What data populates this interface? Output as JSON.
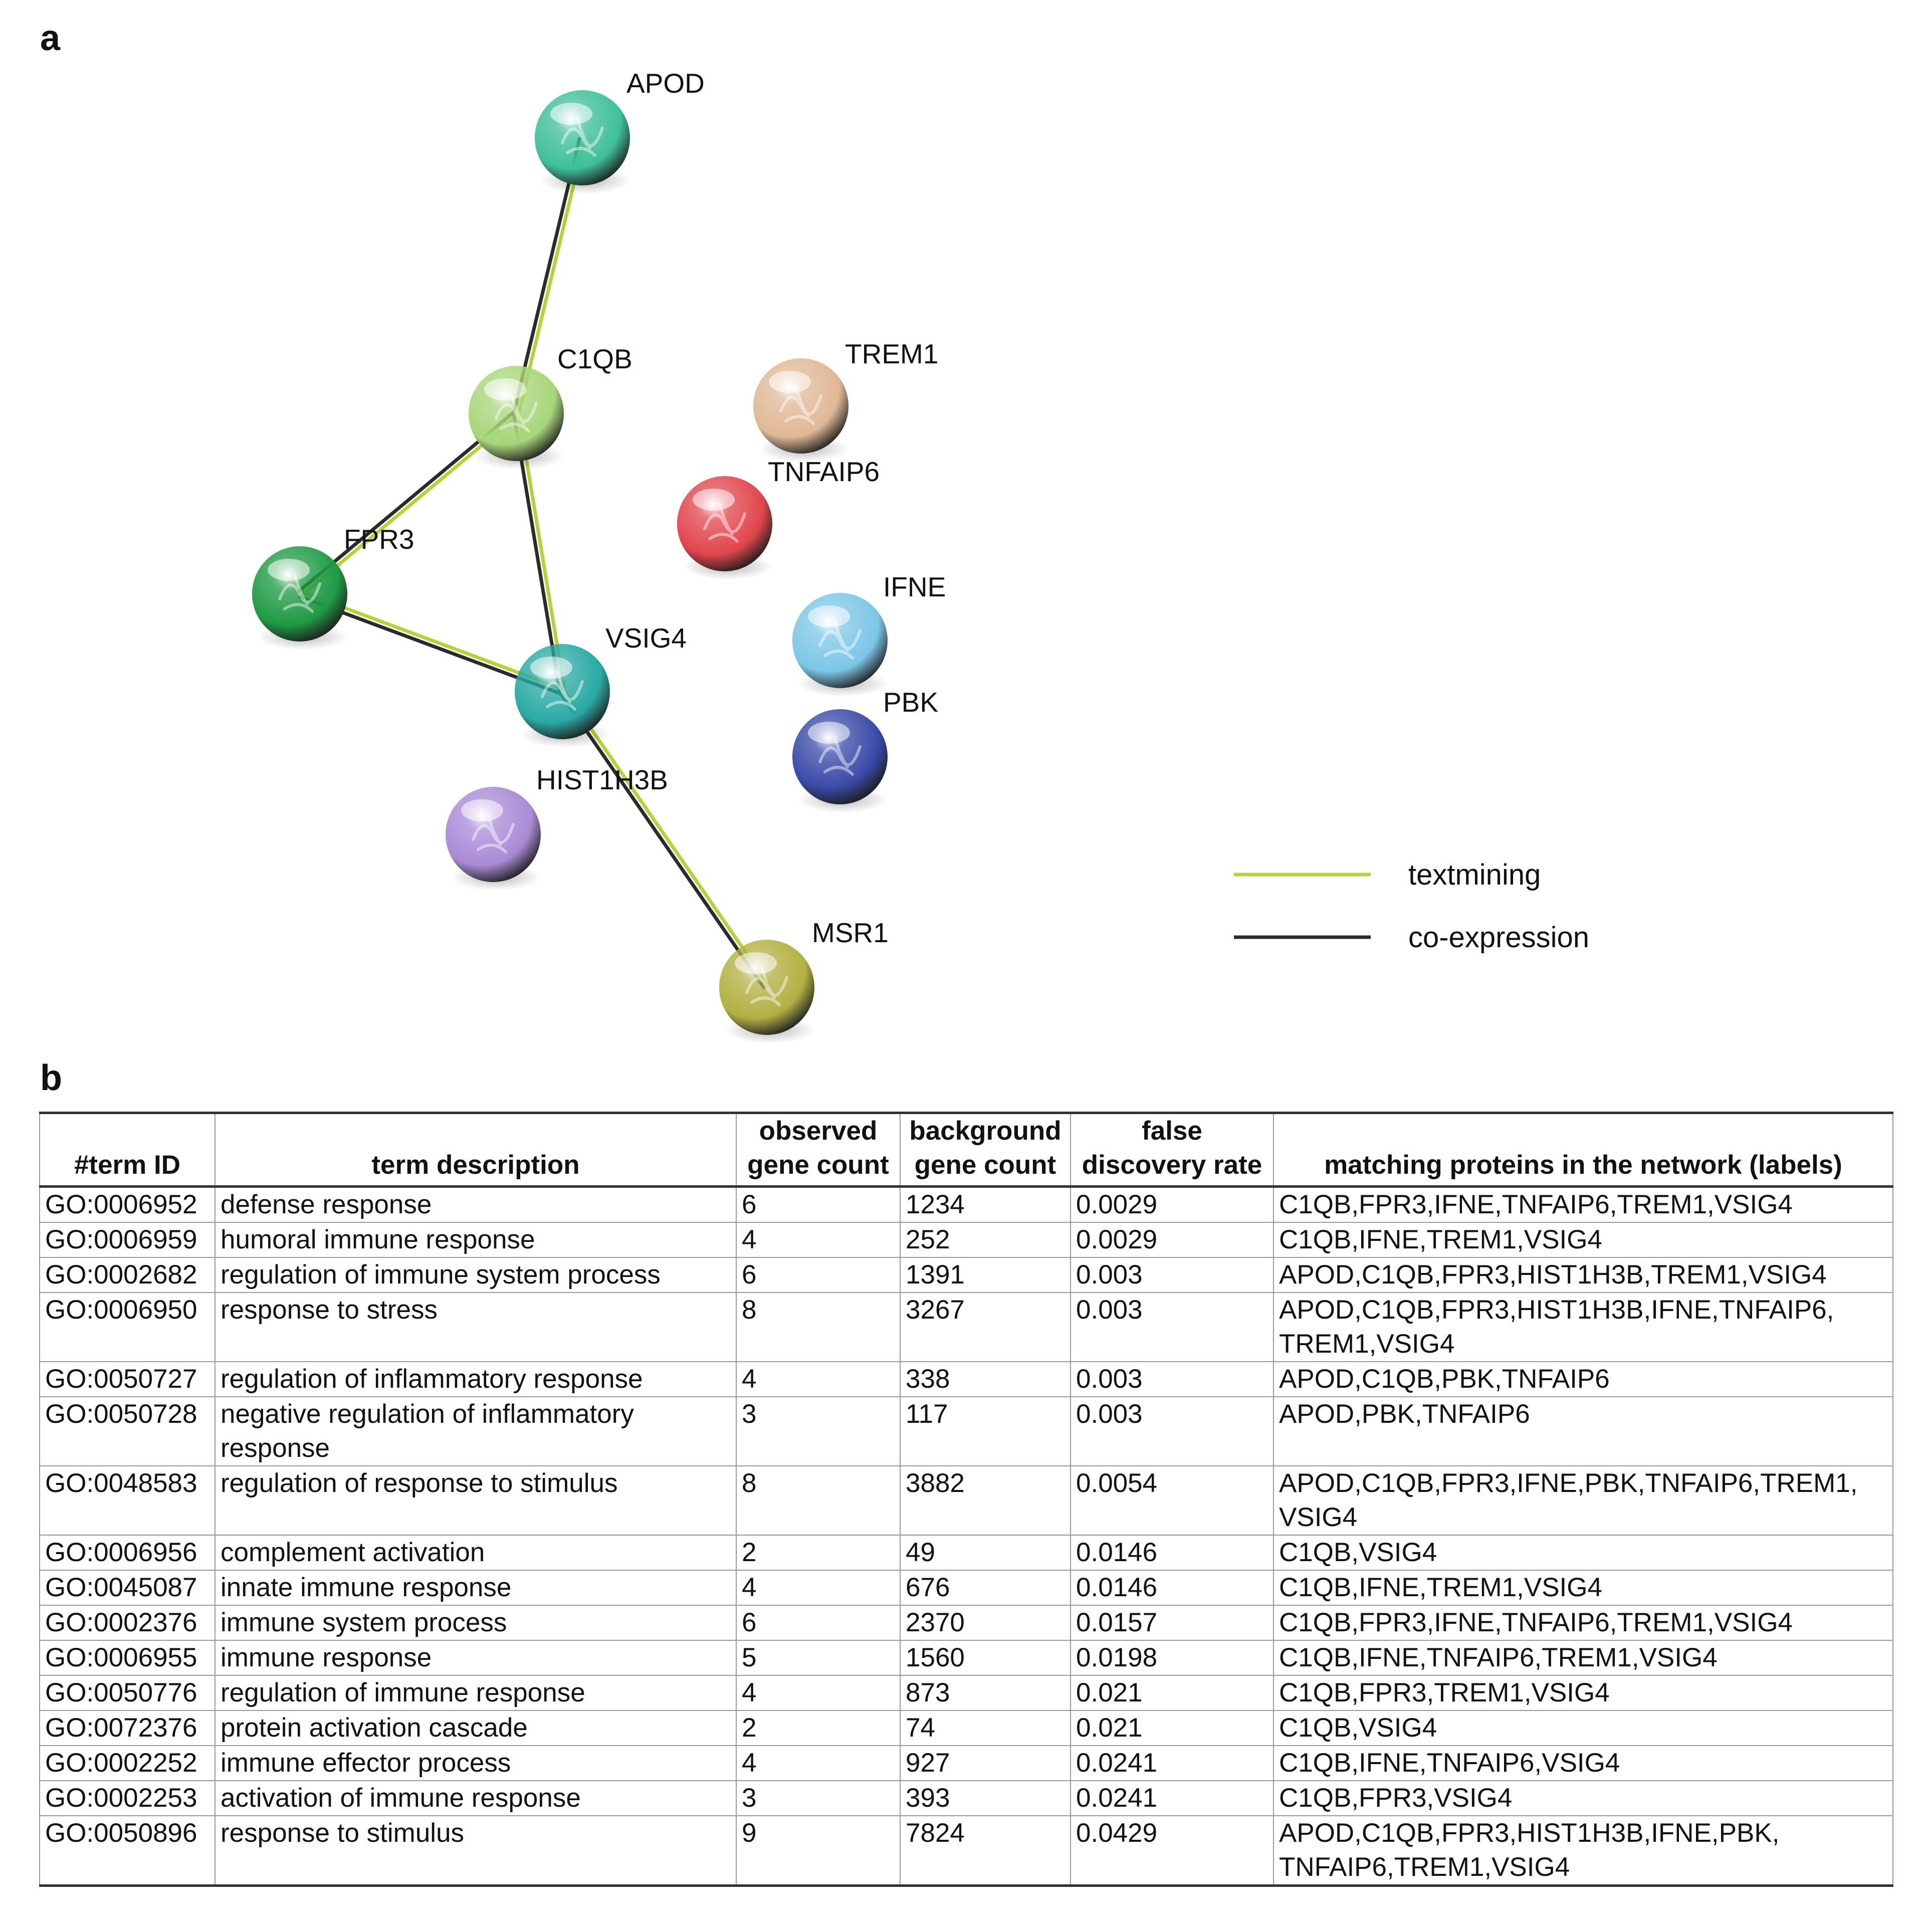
{
  "panel_a": {
    "letter": "a",
    "nodes": [
      {
        "id": "APOD",
        "label": "APOD",
        "color": "#3fbf9a"
      },
      {
        "id": "C1QB",
        "label": "C1QB",
        "color": "#a8d67a"
      },
      {
        "id": "FPR3",
        "label": "FPR3",
        "color": "#1f9a44"
      },
      {
        "id": "VSIG4",
        "label": "VSIG4",
        "color": "#2aa9a3"
      },
      {
        "id": "HIST1H3B",
        "label": "HIST1H3B",
        "color": "#a98ad6"
      },
      {
        "id": "MSR1",
        "label": "MSR1",
        "color": "#b3b043"
      },
      {
        "id": "TREM1",
        "label": "TREM1",
        "color": "#e0b896"
      },
      {
        "id": "TNFAIP6",
        "label": "TNFAIP6",
        "color": "#e0464c"
      },
      {
        "id": "IFNE",
        "label": "IFNE",
        "color": "#7cc6e6"
      },
      {
        "id": "PBK",
        "label": "PBK",
        "color": "#3a4aa8"
      }
    ],
    "edges": [
      {
        "from": "APOD",
        "to": "C1QB",
        "types": [
          "textmining",
          "co-expression"
        ]
      },
      {
        "from": "C1QB",
        "to": "FPR3",
        "types": [
          "textmining",
          "co-expression"
        ]
      },
      {
        "from": "C1QB",
        "to": "VSIG4",
        "types": [
          "textmining",
          "co-expression"
        ]
      },
      {
        "from": "FPR3",
        "to": "VSIG4",
        "types": [
          "textmining",
          "co-expression"
        ]
      },
      {
        "from": "VSIG4",
        "to": "MSR1",
        "types": [
          "textmining",
          "co-expression"
        ]
      }
    ],
    "legend": [
      {
        "label": "textmining",
        "color": "#b5d334"
      },
      {
        "label": "co-expression",
        "color": "#2b2b2b"
      }
    ]
  },
  "panel_b": {
    "letter": "b",
    "columns": [
      "#term ID",
      "term description",
      "observed\ngene count",
      "background\ngene count",
      "false\ndiscovery rate",
      "matching proteins in the network (labels)"
    ],
    "rows": [
      [
        "GO:0006952",
        "defense response",
        "6",
        "1234",
        "0.0029",
        "C1QB,FPR3,IFNE,TNFAIP6,TREM1,VSIG4"
      ],
      [
        "GO:0006959",
        "humoral immune response",
        "4",
        "252",
        "0.0029",
        "C1QB,IFNE,TREM1,VSIG4"
      ],
      [
        "GO:0002682",
        "regulation of immune system process",
        "6",
        "1391",
        "0.003",
        "APOD,C1QB,FPR3,HIST1H3B,TREM1,VSIG4"
      ],
      [
        "GO:0006950",
        "response to stress",
        "8",
        "3267",
        "0.003",
        "APOD,C1QB,FPR3,HIST1H3B,IFNE,TNFAIP6, TREM1,VSIG4"
      ],
      [
        "GO:0050727",
        "regulation of inflammatory response",
        "4",
        "338",
        "0.003",
        "APOD,C1QB,PBK,TNFAIP6"
      ],
      [
        "GO:0050728",
        "negative regulation of inflammatory response",
        "3",
        "117",
        "0.003",
        "APOD,PBK,TNFAIP6"
      ],
      [
        "GO:0048583",
        "regulation of response to stimulus",
        "8",
        "3882",
        "0.0054",
        "APOD,C1QB,FPR3,IFNE,PBK,TNFAIP6,TREM1, VSIG4"
      ],
      [
        "GO:0006956",
        "complement activation",
        "2",
        "49",
        "0.0146",
        "C1QB,VSIG4"
      ],
      [
        "GO:0045087",
        "innate immune response",
        "4",
        "676",
        "0.0146",
        "C1QB,IFNE,TREM1,VSIG4"
      ],
      [
        "GO:0002376",
        "immune system process",
        "6",
        "2370",
        "0.0157",
        "C1QB,FPR3,IFNE,TNFAIP6,TREM1,VSIG4"
      ],
      [
        "GO:0006955",
        "immune response",
        "5",
        "1560",
        "0.0198",
        "C1QB,IFNE,TNFAIP6,TREM1,VSIG4"
      ],
      [
        "GO:0050776",
        "regulation of immune response",
        "4",
        "873",
        "0.021",
        "C1QB,FPR3,TREM1,VSIG4"
      ],
      [
        "GO:0072376",
        "protein activation cascade",
        "2",
        "74",
        "0.021",
        "C1QB,VSIG4"
      ],
      [
        "GO:0002252",
        "immune effector process",
        "4",
        "927",
        "0.0241",
        "C1QB,IFNE,TNFAIP6,VSIG4"
      ],
      [
        "GO:0002253",
        "activation of immune response",
        "3",
        "393",
        "0.0241",
        "C1QB,FPR3,VSIG4"
      ],
      [
        "GO:0050896",
        "response to stimulus",
        "9",
        "7824",
        "0.0429",
        "APOD,C1QB,FPR3,HIST1H3B,IFNE,PBK, TNFAIP6,TREM1,VSIG4"
      ]
    ]
  }
}
